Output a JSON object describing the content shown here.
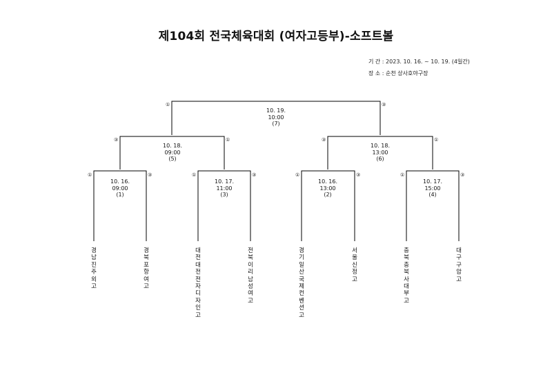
{
  "title": "제104회 전국체육대회 (여자고등부)-소프트볼",
  "period": "기  간 : 2023. 10. 16. ~ 10. 19. (4일간)",
  "venue": "장  소 : 순천 상사호야구장",
  "matches": {
    "m1": {
      "date": "10. 16.",
      "time": "09:00",
      "no": "(1)",
      "seed_left": "①",
      "seed_right": "③"
    },
    "m3": {
      "date": "10. 17.",
      "time": "11:00",
      "no": "(3)",
      "seed_left": "①",
      "seed_right": "③"
    },
    "m2": {
      "date": "10. 16.",
      "time": "13:00",
      "no": "(2)",
      "seed_left": "①",
      "seed_right": "③"
    },
    "m4": {
      "date": "10. 17.",
      "time": "15:00",
      "no": "(4)",
      "seed_left": "①",
      "seed_right": "③"
    },
    "m5": {
      "date": "10. 18.",
      "time": "09:00",
      "no": "(5)",
      "seed_left": "③",
      "seed_right": "①"
    },
    "m6": {
      "date": "10. 18.",
      "time": "13:00",
      "no": "(6)",
      "seed_left": "③",
      "seed_right": "①"
    },
    "m7": {
      "date": "10. 19.",
      "time": "10:00",
      "no": "(7)",
      "seed_left": "①",
      "seed_right": "③"
    }
  },
  "teams": [
    "경남진주외고",
    "경북포항여고",
    "대전대전전자디자인고",
    "전북이리남성여고",
    "경기일산국제컨벤션고",
    "서울신정고",
    "충북충북사대부고",
    "대구구암고"
  ]
}
